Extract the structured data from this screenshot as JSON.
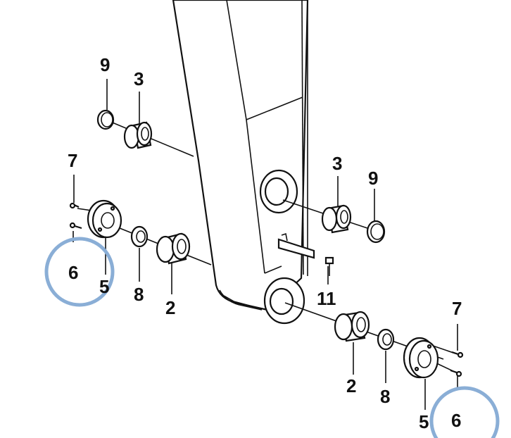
{
  "callouts": {
    "c9_top": "9",
    "c3_top": "3",
    "c7_left": "7",
    "c3_mid": "3",
    "c9_mid": "9",
    "c6_left": "6",
    "c5_left": "5",
    "c8_left": "8",
    "c2_left": "2",
    "c11": "11",
    "c7_right": "7",
    "c2_right": "2",
    "c8_right": "8",
    "c5_right": "5",
    "c6_right": "6"
  },
  "colors": {
    "highlight": "#8aaed6",
    "line": "#111111",
    "background": "#ffffff"
  }
}
